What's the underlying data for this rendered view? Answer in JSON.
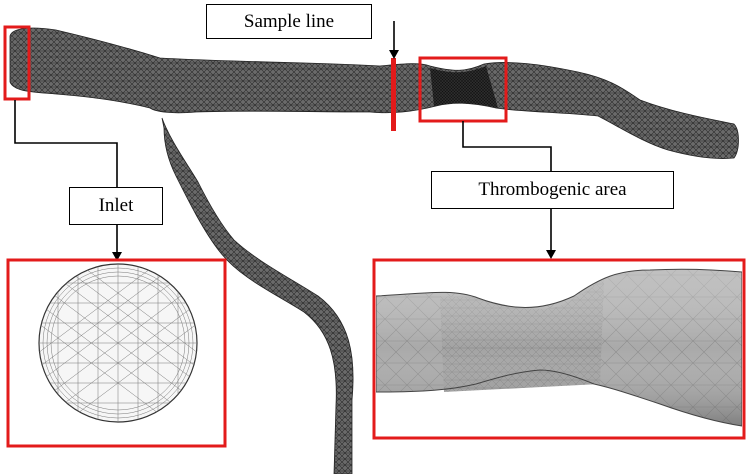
{
  "labels": {
    "sample_line": "Sample line",
    "inlet": "Inlet",
    "thrombogenic_area": "Thrombogenic area"
  },
  "colors": {
    "highlight": "#e31b1b",
    "mesh_fill": "#5a5a5a",
    "mesh_line": "#1e1e1e",
    "connector": "#000000"
  }
}
